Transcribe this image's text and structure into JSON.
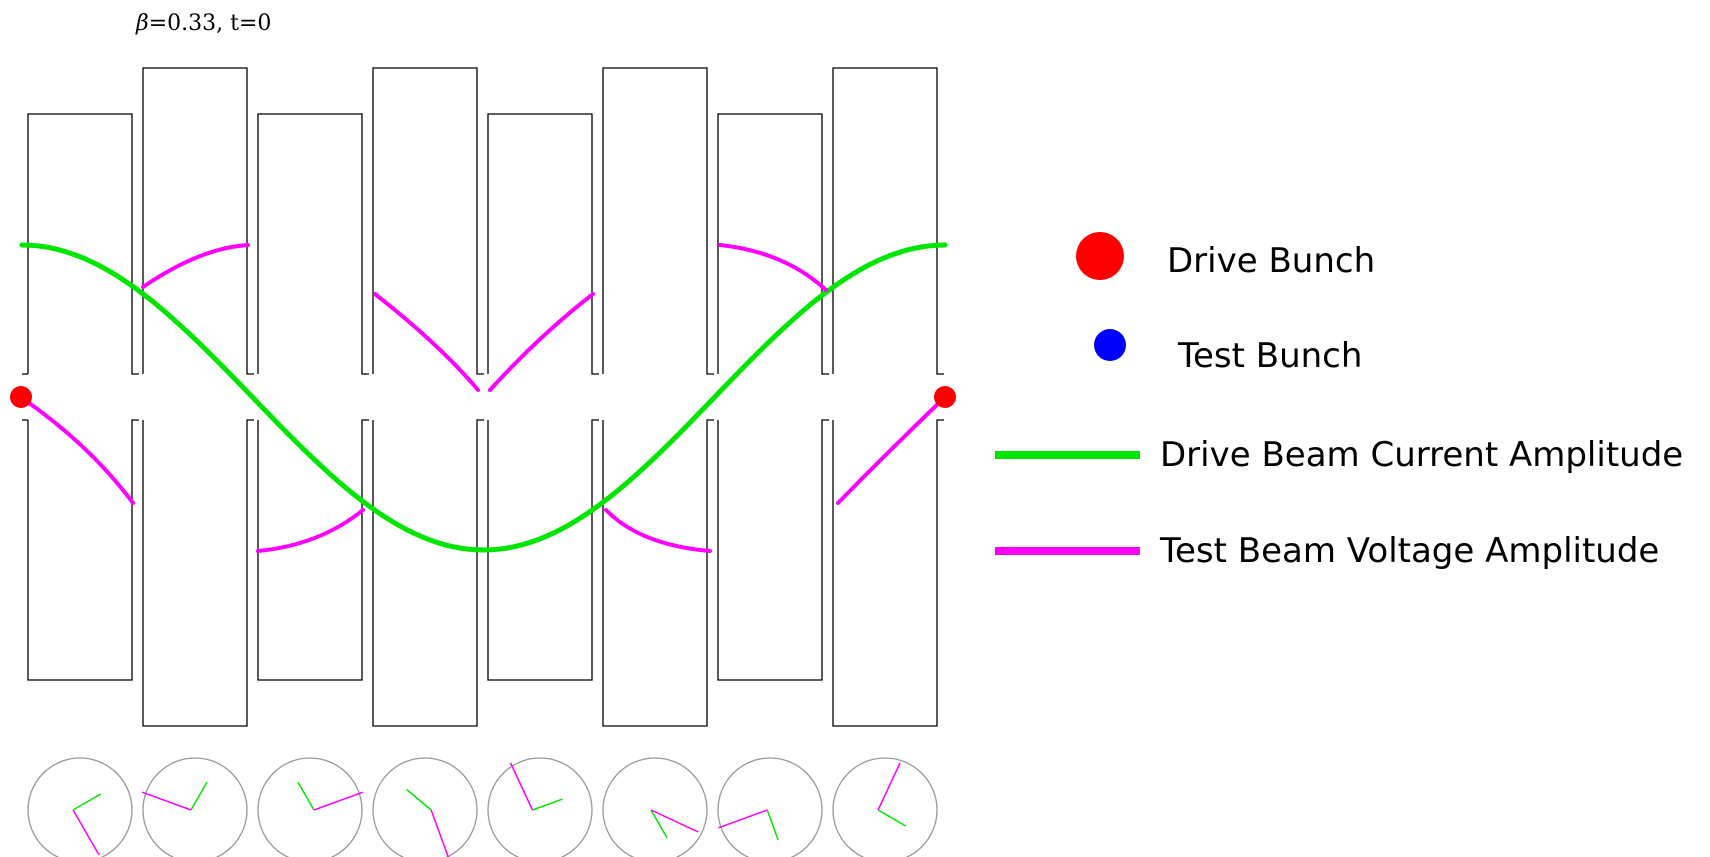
{
  "caption": {
    "beta_symbol": "β",
    "beta_rest": "=0.33,  t=0"
  },
  "colors": {
    "drive_bunch": "#ff0000",
    "test_bunch": "#0000ff",
    "drive_current": "#00e600",
    "test_voltage": "#ff00ff",
    "cell_outline": "#000000",
    "phasor_circle": "#999999"
  },
  "legend": {
    "drive_bunch": "Drive Bunch",
    "test_bunch": "Test Bunch",
    "drive_current": "Drive Beam Current Amplitude",
    "test_voltage": "Test Beam Voltage Amplitude"
  },
  "structure": {
    "cell_count": 8
  },
  "phasors": [
    {
      "green_deg": 30,
      "magenta_deg": -60
    },
    {
      "green_deg": 60,
      "magenta_deg": 160
    },
    {
      "green_deg": 120,
      "magenta_deg": 20
    },
    {
      "green_deg": 140,
      "magenta_deg": -70
    },
    {
      "green_deg": 20,
      "magenta_deg": 115
    },
    {
      "green_deg": -60,
      "magenta_deg": -25
    },
    {
      "green_deg": -70,
      "magenta_deg": 200
    },
    {
      "green_deg": -30,
      "magenta_deg": 65
    }
  ]
}
